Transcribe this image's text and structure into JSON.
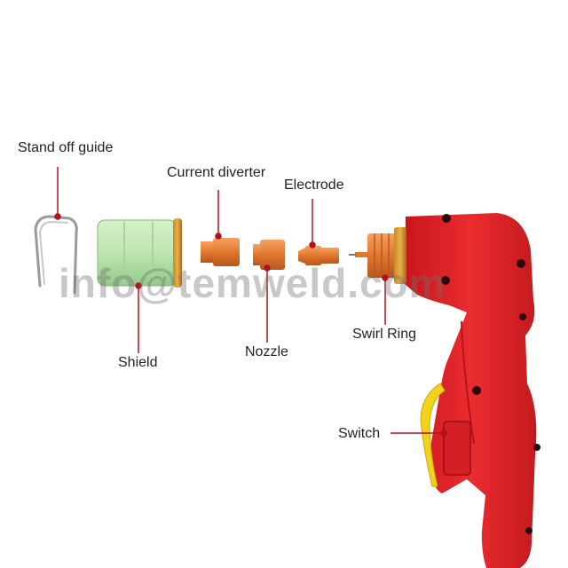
{
  "labels": {
    "stand_off_guide": "Stand off guide",
    "current_diverter": "Current diverter",
    "electrode": "Electrode",
    "shield": "Shield",
    "nozzle": "Nozzle",
    "swirl_ring": "Swirl Ring",
    "switch": "Switch"
  },
  "watermark": "info@temweld.com",
  "colors": {
    "leader_line": "#b3121b",
    "torch_body": "#e5252a",
    "shield_green": "#bfe6b0",
    "copper": "#e0782e",
    "switch_yellow": "#f2d21a"
  }
}
